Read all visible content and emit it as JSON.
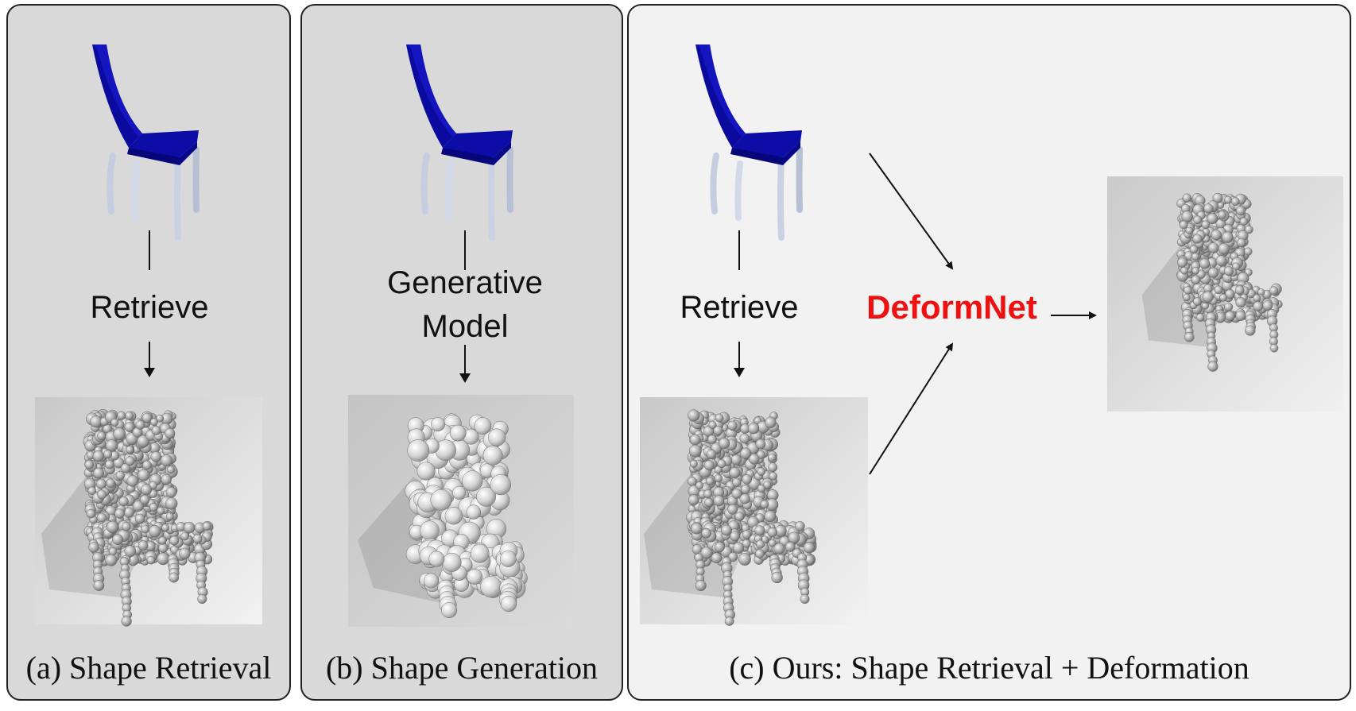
{
  "panels": {
    "a": {
      "caption": "(a) Shape Retrieval",
      "step": "Retrieve"
    },
    "b": {
      "caption": "(b) Shape Generation",
      "step_line1": "Generative",
      "step_line2": "Model"
    },
    "c": {
      "caption": "(c) Ours: Shape Retrieval + Deformation",
      "step": "Retrieve",
      "module": "DeformNet"
    }
  },
  "colors": {
    "chair_blue": "#0c0ca6",
    "deformnet_red": "#ee1111",
    "panel_dark": "#d9d9d9",
    "panel_light": "#f2f2f2"
  }
}
